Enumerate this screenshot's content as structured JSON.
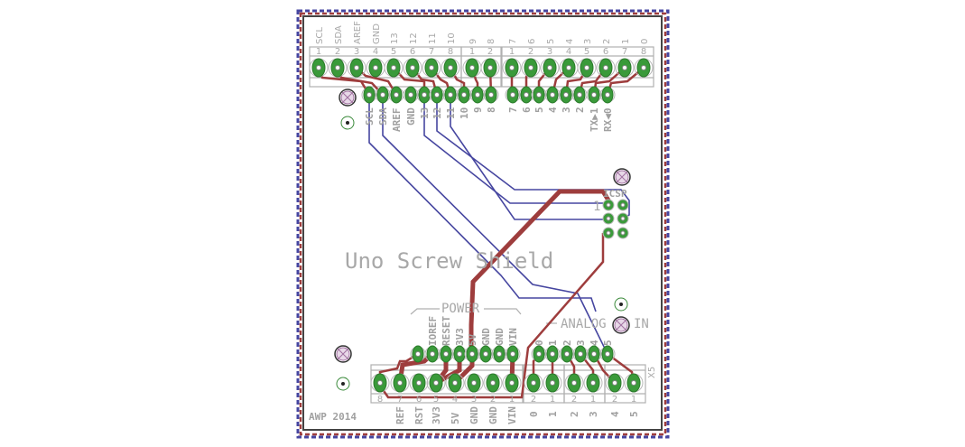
{
  "board": {
    "title": "Uno Screw Shield",
    "credit": "AWP 2014",
    "section_power": "POWER",
    "section_analog": "ANALOG",
    "section_analog_suffix": "IN",
    "icsp_label": "ICSP",
    "icsp_pin1": "1",
    "terminal_ref": "X5"
  },
  "top_terminals": {
    "block1": {
      "signals": [
        "SCL",
        "SDA",
        "AREF",
        "GND",
        "13",
        "12",
        "11",
        "10"
      ],
      "pins": [
        "1",
        "2",
        "3",
        "4",
        "5",
        "6",
        "7",
        "8"
      ]
    },
    "block2": {
      "signals": [
        "9",
        "8"
      ],
      "pins": [
        "1",
        "2"
      ]
    },
    "block3": {
      "signals": [
        "7",
        "6",
        "5",
        "4",
        "3",
        "2",
        "1",
        "0"
      ],
      "pins": [
        "1",
        "2",
        "3",
        "4",
        "5",
        "6",
        "7",
        "8"
      ]
    }
  },
  "top_header": {
    "labels": [
      "SCL",
      "SDA",
      "AREF",
      "GND",
      "13",
      "12",
      "11",
      "10",
      "9",
      "8",
      "7",
      "6",
      "5",
      "4",
      "3",
      "2",
      "TX▶1",
      "RX◀0"
    ]
  },
  "power_header": {
    "labels": [
      "IOREF",
      "RESET",
      "3V3",
      "5V",
      "GND",
      "GND",
      "VIN"
    ]
  },
  "analog_header": {
    "labels": [
      "0",
      "1",
      "2",
      "3",
      "4",
      "5"
    ]
  },
  "bottom_terminals": {
    "power": {
      "pins": [
        "8",
        "7",
        "6",
        "5",
        "4",
        "3",
        "2",
        "1"
      ],
      "signals": [
        "REF",
        "RST",
        "3V3",
        "5V",
        "GND",
        "GND",
        "VIN"
      ]
    },
    "analog": {
      "pins": [
        "2",
        "1",
        "2",
        "1",
        "2",
        "1"
      ],
      "signals": [
        "0",
        "1",
        "2",
        "3",
        "4",
        "5"
      ]
    }
  },
  "colors": {
    "pad": "#3a9a3a",
    "top_copper": "#9e3d3d",
    "bottom_copper": "#4646a0",
    "silk": "#a8a8a8"
  }
}
